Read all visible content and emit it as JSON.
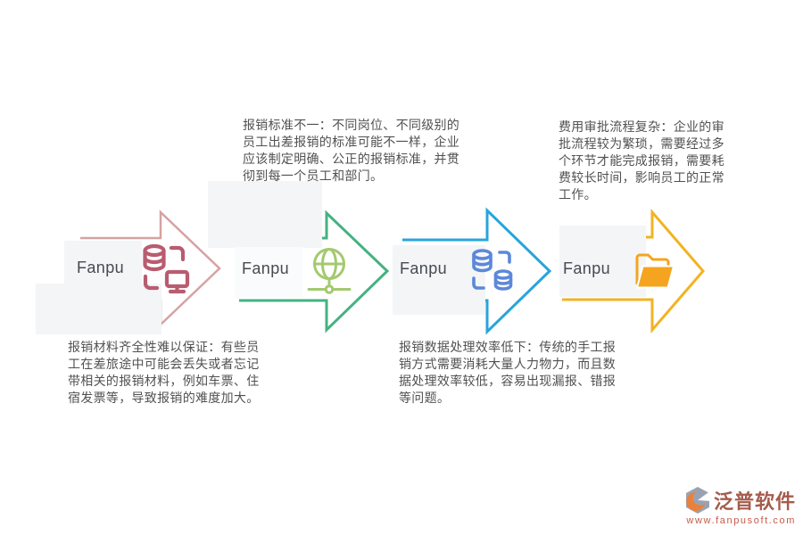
{
  "canvas": {
    "background": "#ffffff"
  },
  "steps": [
    {
      "label": "Fanpu",
      "icon": "database-monitor-icon",
      "arrow_color": "#d6a2a2",
      "icon_color": "#b95c70"
    },
    {
      "label": "Fanpu",
      "icon": "globe-network-icon",
      "arrow_color": "#45b181",
      "icon_color": "#a4c96f"
    },
    {
      "label": "Fanpu",
      "icon": "database-sync-icon",
      "arrow_color": "#28a4db",
      "icon_color": "#5c88d8"
    },
    {
      "label": "Fanpu",
      "icon": "open-folder-icon",
      "arrow_color": "#f2b322",
      "icon_color": "#f4a41f"
    }
  ],
  "notes": {
    "top_middle": "报销标准不一：不同岗位、不同级别的\n员工出差报销的标准可能不一样，企业\n应该制定明确、公正的报销标准，并贯\n彻到每一个员工和部门。",
    "top_right": "费用审批流程复杂：企业的审\n批流程较为繁琐，需要经过多\n个环节才能完成报销，需要耗\n费较长时间，影响员工的正常\n工作。",
    "bottom_left": "报销材料齐全性难以保证：有些员\n工在差旅途中可能会丢失或者忘记\n带相关的报销材料，例如车票、住\n宿发票等，导致报销的难度加大。",
    "bottom_middle": "报销数据处理效率低下：传统的手工报\n销方式需要消耗大量人力物力，而且数\n据处理效率较低，容易出现漏报、错报\n等问题。"
  },
  "note_color": "#515151",
  "label_color": "#464b52",
  "panel_color": "#f3f5f7",
  "watermark": {
    "brand": "泛普软件",
    "url": "www.fanpusoft.com",
    "brand_color": "#a55c4c",
    "url_color": "#c75a4a",
    "mark_gray": "#9aa2b2",
    "mark_orange": "#e8813c"
  }
}
